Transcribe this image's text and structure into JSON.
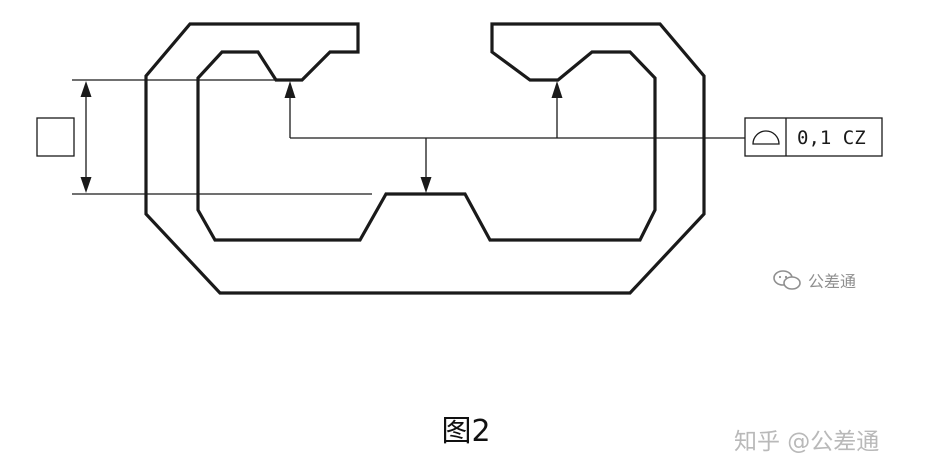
{
  "figure": {
    "caption": "图2",
    "credit": "知乎 @公差通"
  },
  "tolerance_frame": {
    "symbol_icon": "profile-of-surface-icon",
    "value": "0,1 CZ"
  },
  "datum_feature": {
    "symbol_icon": "basic-square-icon"
  },
  "watermark": {
    "icon": "wechat-icon",
    "text": "公差通"
  },
  "colors": {
    "line": "#1a1a1a",
    "credit": "#b9b9b9",
    "watermark": "#8f8f8f"
  }
}
